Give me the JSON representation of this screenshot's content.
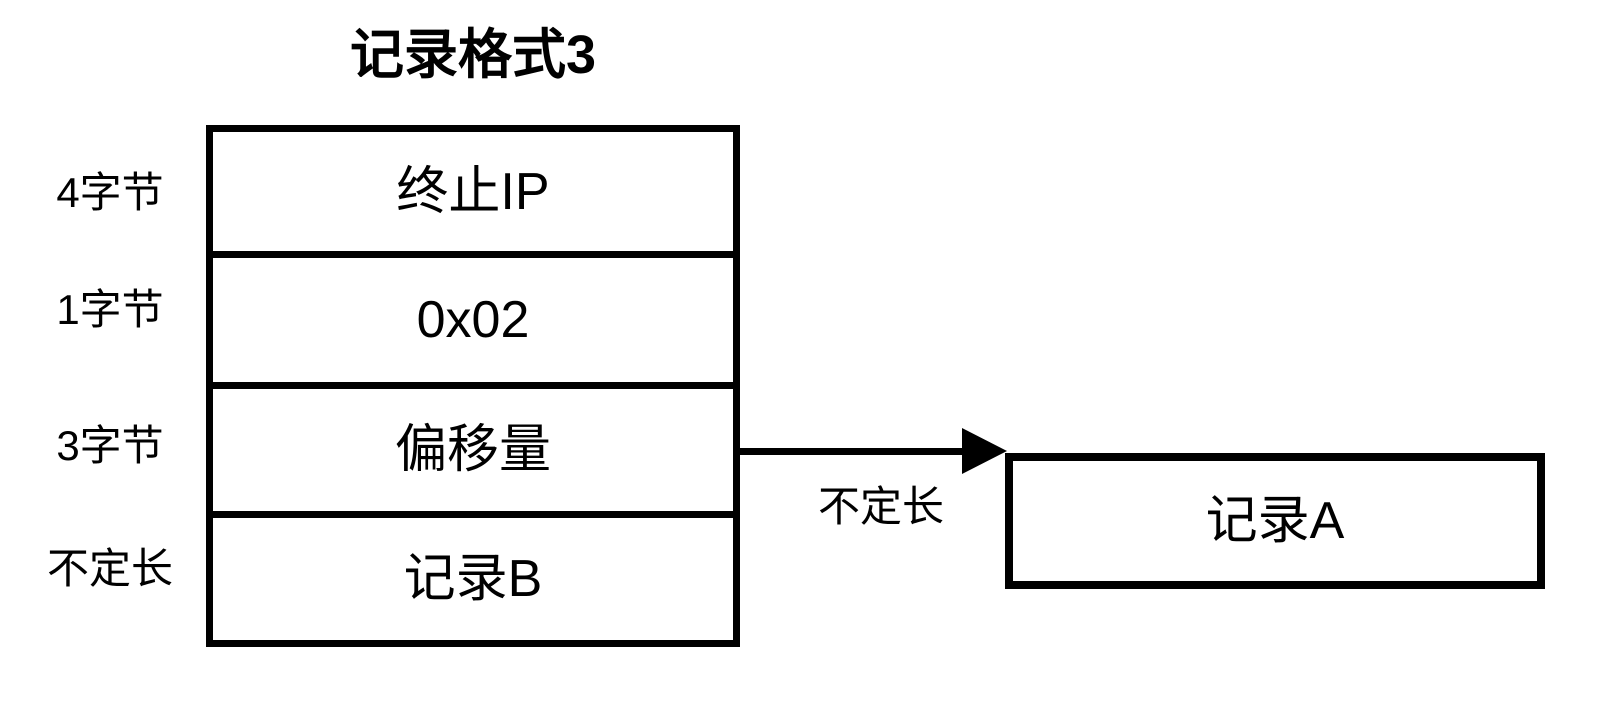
{
  "diagram": {
    "title": "记录格式3",
    "background_color": "#ffffff",
    "stroke_color": "#000000",
    "record_table": {
      "rows": [
        {
          "size": "4字节",
          "content": "终止IP"
        },
        {
          "size": "1字节",
          "content": "0x02"
        },
        {
          "size": "3字节",
          "content": "偏移量"
        },
        {
          "size": "不定长",
          "content": "记录B"
        }
      ]
    },
    "pointer": {
      "from_row_content": "偏移量",
      "label": "不定长",
      "arrow_icon": "arrow-right-icon"
    },
    "target_record": {
      "content": "记录A"
    }
  }
}
